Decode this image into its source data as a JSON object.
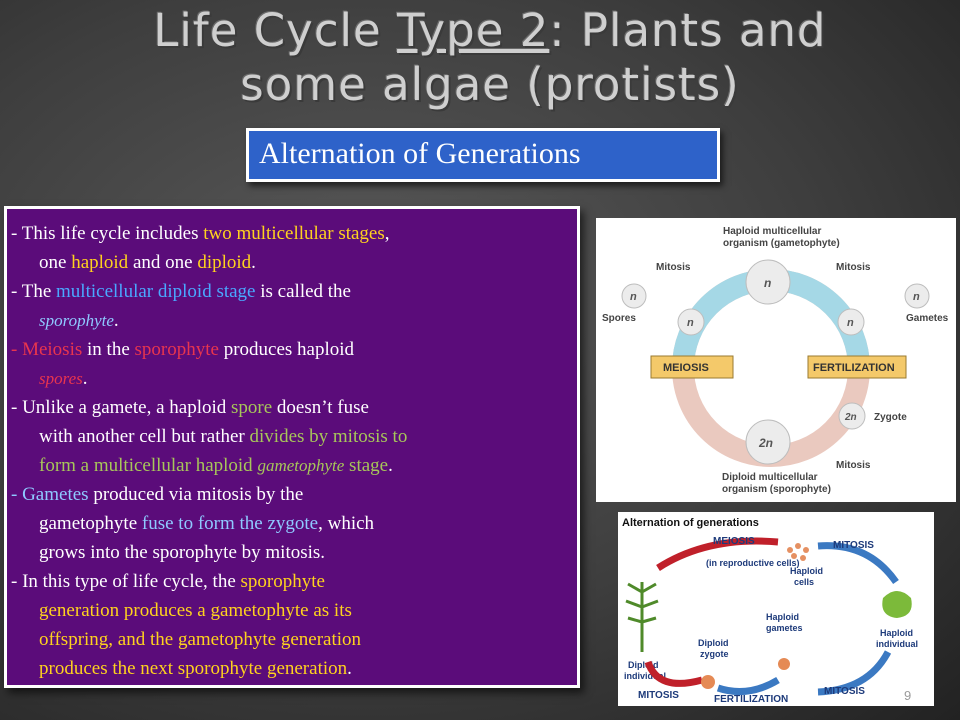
{
  "title": {
    "prefix": "Life Cycle ",
    "underlined": "Type 2",
    "line1_rest": ":  Plants and",
    "line2": "some algae (protists)"
  },
  "subtitle": "Alternation of Generations",
  "body": {
    "l1a": "- This life cycle includes ",
    "l1b": "two multicellular stages",
    "l1c": ",",
    "l2a": "one ",
    "l2b": "haploid",
    "l2c": " and one ",
    "l2d": "diploid",
    "l2e": ".",
    "l3a": "- The ",
    "l3b": "multicellular diploid stage",
    "l3c": " is called the",
    "l4a": "sporophyte",
    "l4b": ".",
    "l5a": "- ",
    "l5b": "Meiosis",
    "l5c": " in the ",
    "l5d": "sporophyte",
    "l5e": " produces haploid",
    "l6a": "spores",
    "l6b": ".",
    "l7a": "- Unlike a gamete, a haploid ",
    "l7b": "spore",
    "l7c": " doesn’t fuse",
    "l8a": "with another cell but rather ",
    "l8b": "divides by mitosis to",
    "l9a": "form a multicellular haploid ",
    "l9b": "gametophyte",
    "l9c": " stage",
    "l9d": ".",
    "l10a": "- ",
    "l10b": "Gametes",
    "l10c": " produced via mitosis by the",
    "l11a": "gametophyte ",
    "l11b": "fuse to form the zygote",
    "l11c": ", which",
    "l12a": "grows into the sporophyte by mitosis.",
    "l13a": "- In this type of life cycle, the ",
    "l13b": "sporophyte",
    "l14a": "generation produces a gametophyte as its",
    "l15a": "offspring, and the gametophyte generation",
    "l16a": "produces the next sporophyte generation",
    "l16b": "."
  },
  "figure1": {
    "top_label_1": "Haploid multicellular",
    "top_label_2": "organism (gametophyte)",
    "mitosis_left": "Mitosis",
    "mitosis_right": "Mitosis",
    "mitosis_bottom": "Mitosis",
    "spores": "Spores",
    "gametes": "Gametes",
    "zygote": "Zygote",
    "meiosis": "MEIOSIS",
    "fertilization": "FERTILIZATION",
    "n": "n",
    "two_n": "2n",
    "bottom_label_1": "Diploid multicellular",
    "bottom_label_2": "organism (sporophyte)"
  },
  "figure2": {
    "title": "Alternation of generations",
    "meiosis": "MEIOSIS",
    "in_repro": "(in reproductive cells)",
    "mitosis_top": "MITOSIS",
    "haploid_cells_1": "Haploid",
    "haploid_cells_2": "cells",
    "haploid_gametes_1": "Haploid",
    "haploid_gametes_2": "gametes",
    "haploid_individual_1": "Haploid",
    "haploid_individual_2": "individual",
    "diploid_individual_1": "Diploid",
    "diploid_individual_2": "individual",
    "diploid_zygote_1": "Diploid",
    "diploid_zygote_2": "zygote",
    "mitosis_left": "MITOSIS",
    "fertilization": "FERTILIZATION",
    "mitosis_right": "MITOSIS"
  },
  "page_number": "9"
}
